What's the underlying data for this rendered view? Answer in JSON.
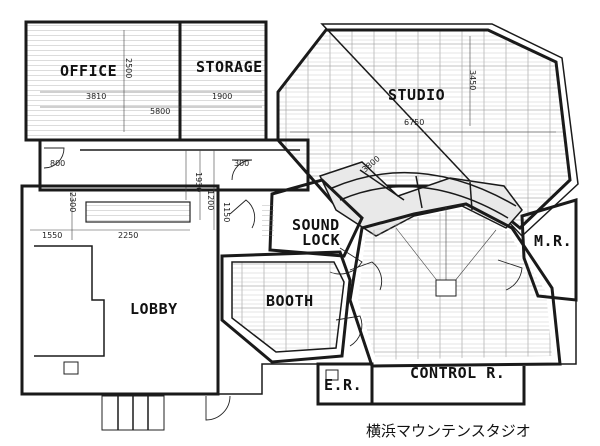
{
  "rooms": {
    "office": "OFFICE",
    "storage": "STORAGE",
    "studio": "STUDIO",
    "sound_lock_line1": "SOUND",
    "sound_lock_line2": "LOCK",
    "mr": "M.R.",
    "lobby": "LOBBY",
    "booth": "BOOTH",
    "er": "E.R.",
    "control": "CONTROL R."
  },
  "dimensions": {
    "office_width": "3810",
    "office_height": "2500",
    "office_storage_total": "5800",
    "storage_width": "1900",
    "studio_width": "6750",
    "studio_height": "3450",
    "corridor_door": "800",
    "storage_door": "300",
    "hall_vertical_a": "1150",
    "hall_vertical_b": "1930",
    "hall_vertical_c": "1200",
    "lobby_left": "1550",
    "lobby_width": "2250",
    "lobby_side": "2300",
    "studio_window": "3800"
  },
  "caption": "横浜マウンテンスタジオ"
}
